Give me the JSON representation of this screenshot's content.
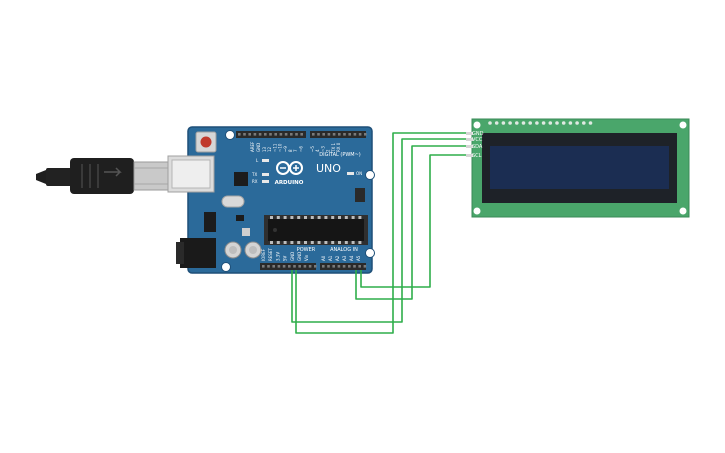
{
  "scene": {
    "colors": {
      "background": "#ffffff",
      "board": "#2b6a9a",
      "board_edge": "#1e4f78",
      "wire": "#2fae4a",
      "lcd_pcb": "#4aa66b",
      "lcd_frame": "#1e2228",
      "lcd_screen": "#1b2d52",
      "header": "#2a2a2a",
      "usb_plug": "#1f1f1f"
    }
  },
  "arduino": {
    "model": "UNO",
    "brand": "ARDUINO",
    "digital_label": "DIGITAL (PWM~)",
    "power_label": "POWER",
    "analog_label": "ANALOG IN",
    "led_l": "L",
    "led_tx": "TX",
    "led_rx": "RX",
    "led_on": "ON",
    "aref": "AREF",
    "gnd_top": "GND",
    "digital_pins": [
      "13",
      "12",
      "~11",
      "~10",
      "~9",
      "8",
      "7",
      "~6",
      "~5",
      "4",
      "~3",
      "2",
      "TX 1",
      "RX 0"
    ],
    "power_pins": [
      "IOREF",
      "RESET",
      "3.3V",
      "5V",
      "GND",
      "GND",
      "Vin"
    ],
    "analog_pins": [
      "A0",
      "A1",
      "A2",
      "A3",
      "A4",
      "A5"
    ]
  },
  "lcd": {
    "pins": [
      "GND",
      "VCC",
      "SDA",
      "SCL"
    ]
  }
}
